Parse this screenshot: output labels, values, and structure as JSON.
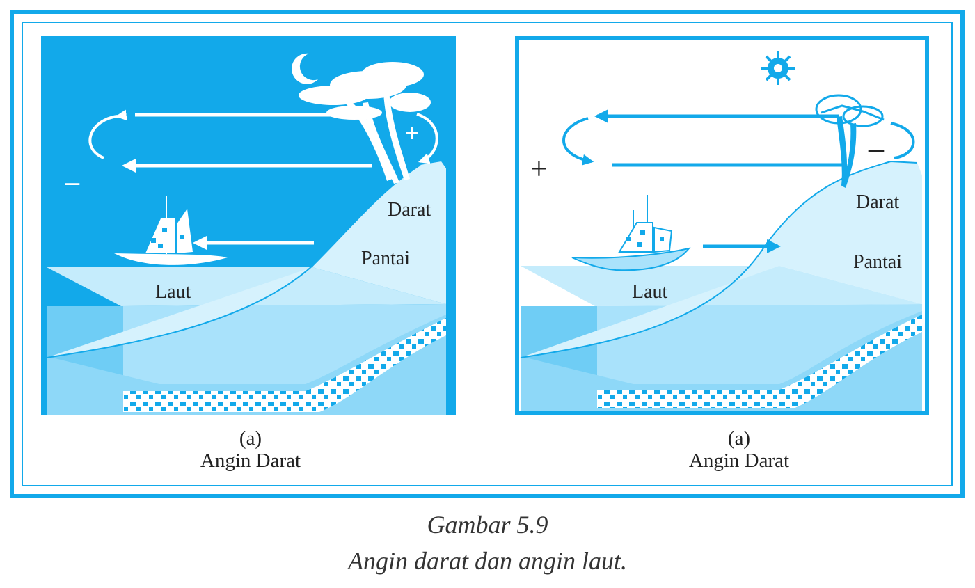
{
  "panel_a": {
    "label_darat": "Darat",
    "label_pantai": "Pantai",
    "label_laut": "Laut",
    "sign_left": "–",
    "sign_right": "+",
    "sublabel": "(a)",
    "title": "Angin Darat"
  },
  "panel_b": {
    "label_darat": "Darat",
    "label_pantai": "Pantai",
    "label_laut": "Laut",
    "sign_left": "+",
    "sign_right": "–",
    "sublabel": "(a)",
    "title": "Angin Darat"
  },
  "figure": {
    "number": "Gambar 5.9",
    "title": "Angin darat dan angin laut."
  },
  "colors": {
    "primary_blue": "#12a9ea",
    "light_blue": "#a9e2fb",
    "pale_blue": "#d6f2fd",
    "white": "#ffffff"
  },
  "icons": {
    "panel_a_sky": "crescent-moon-icon",
    "panel_b_sky": "sun-icon"
  }
}
